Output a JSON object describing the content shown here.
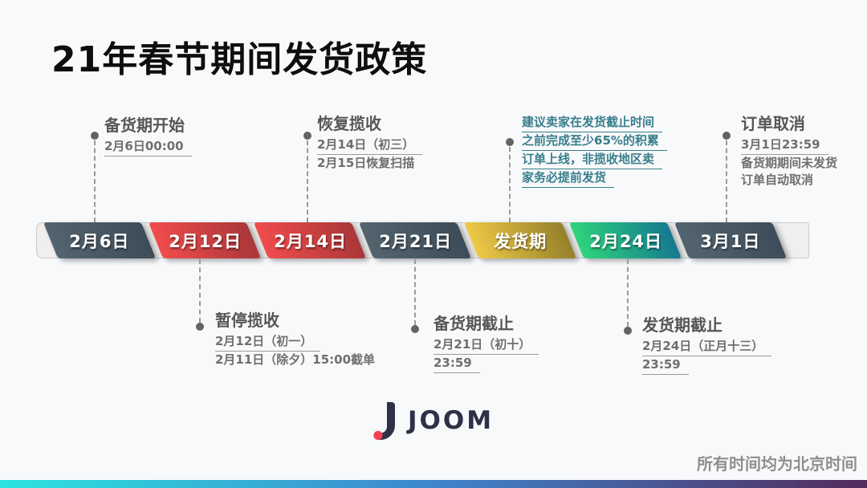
{
  "slide": {
    "title": "21年春节期间发货政策",
    "footer_note": "所有时间均为北京时间",
    "logo_text": "JOOM"
  },
  "timeline": {
    "segments": [
      {
        "label": "2月6日",
        "from": "#53646f",
        "to": "#3d4c58"
      },
      {
        "label": "2月12日",
        "from": "#f04c4c",
        "to": "#aa3739"
      },
      {
        "label": "2月14日",
        "from": "#f04c4c",
        "to": "#aa3739"
      },
      {
        "label": "2月21日",
        "from": "#53646f",
        "to": "#3d4c58"
      },
      {
        "label": "发货期",
        "from": "#eec946",
        "to": "#95802a"
      },
      {
        "label": "2月24日",
        "from": "#2ed47c",
        "to": "#15798f"
      },
      {
        "label": "3月1日",
        "from": "#53646f",
        "to": "#3d4c58"
      }
    ]
  },
  "annotations": {
    "top": [
      {
        "title": "备货期开始",
        "line1": "2月6日00:00"
      },
      {
        "title": "恢复揽收",
        "line1": "2月14日（初三）",
        "line2": "2月15日恢复扫描"
      },
      {
        "note_lines": [
          "建议卖家在发货截止时间",
          "之前完成至少65%的积累",
          "订单上线，非揽收地区卖",
          "家务必提前发货"
        ]
      },
      {
        "title": "订单取消",
        "line1": "3月1日23:59",
        "line2": "备货期期间未发货",
        "line3": "订单自动取消"
      }
    ],
    "bottom": [
      {
        "title": "暂停揽收",
        "line1": "2月12日（初一）",
        "line2": "2月11日（除夕）15:00截单"
      },
      {
        "title": "备货期截止",
        "line1": "2月21日（初十）",
        "line2": "23:59"
      },
      {
        "title": "发货期截止",
        "line1": "2月24日（正月十三）",
        "line2": "23:59"
      }
    ]
  },
  "colors": {
    "accent_teal": "#377e8b",
    "logo_navy": "#2e3247",
    "logo_red": "#f5414f",
    "bar_gradient": [
      "#2be4e0",
      "#3f85cd",
      "#532a5c"
    ]
  }
}
